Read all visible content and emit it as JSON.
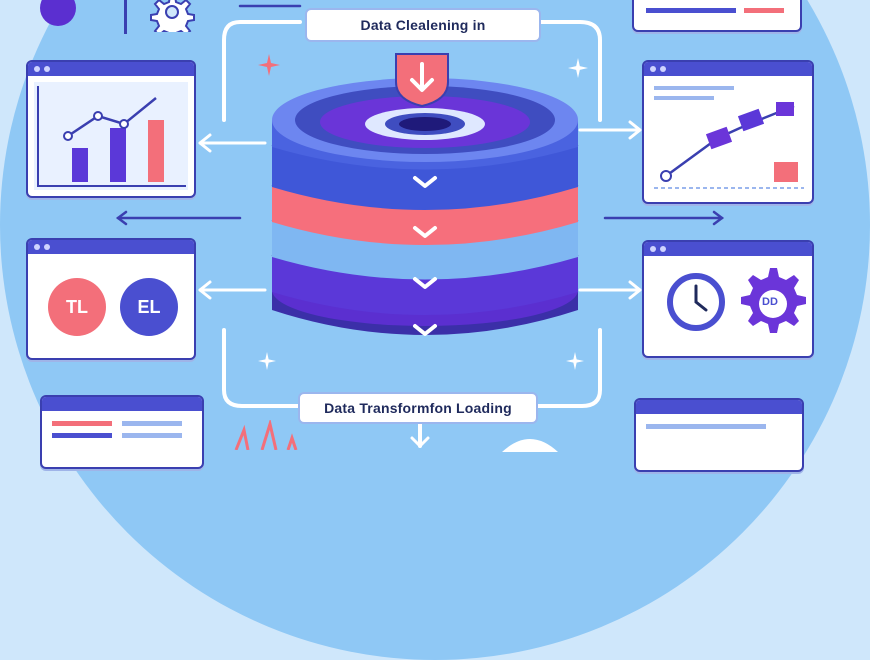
{
  "labels": {
    "top": "Data Clealening in",
    "bottom": "Data Transformfon Loading"
  },
  "badges": {
    "left": "TL",
    "right": "EL"
  },
  "gear_text": "DD",
  "icons": {
    "database": "database-stack-icon",
    "download": "download-arrow-icon",
    "gear": "gear-icon",
    "clock": "clock-icon",
    "sparkle": "sparkle-icon",
    "chevron": "chevron-down-icon"
  },
  "colors": {
    "primary": "#4a4fd0",
    "accent": "#f36f7a",
    "background": "#8fc8f5",
    "purple": "#6b35d9"
  }
}
